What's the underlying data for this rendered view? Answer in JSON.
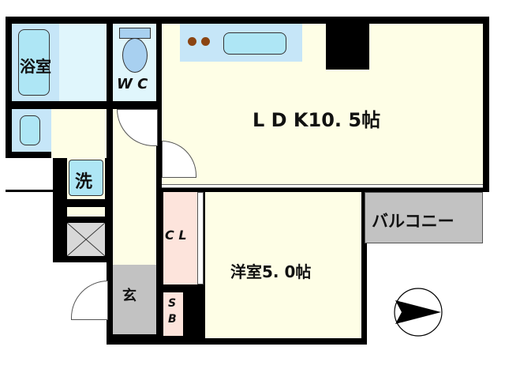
{
  "rooms": {
    "bath": "浴室",
    "wc": "W C",
    "ldk": "L D K10. 5帖",
    "washer": "洗",
    "closet": "C L",
    "western": "洋室5. 0帖",
    "entrance": "玄",
    "shoebox": "S B",
    "balcony": "バルコニー"
  },
  "colors": {
    "floor": "#fefee6",
    "wet": "#c6e6f8",
    "closet": "#fde4dc",
    "gray": "#c2c2c2",
    "wall": "#000000"
  },
  "compass": {
    "direction": "east"
  }
}
